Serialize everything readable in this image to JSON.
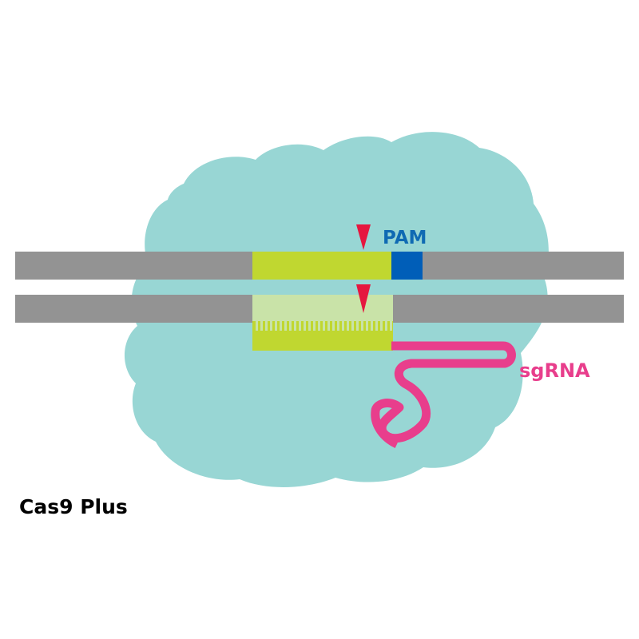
{
  "labels": {
    "pam": "PAM",
    "sgrna": "sgRNA",
    "caption": "Cas9 Plus"
  },
  "colors": {
    "cas9_body": "#98d6d4",
    "dna_strand": "#939393",
    "target_region": "#c0d730",
    "target_region_light": "#c9e3a8",
    "pam": "#005eb8",
    "cut_site": "#e5173f",
    "sgrna": "#e83e8c",
    "pam_label": "#0f6ab3",
    "caption": "#000000"
  }
}
